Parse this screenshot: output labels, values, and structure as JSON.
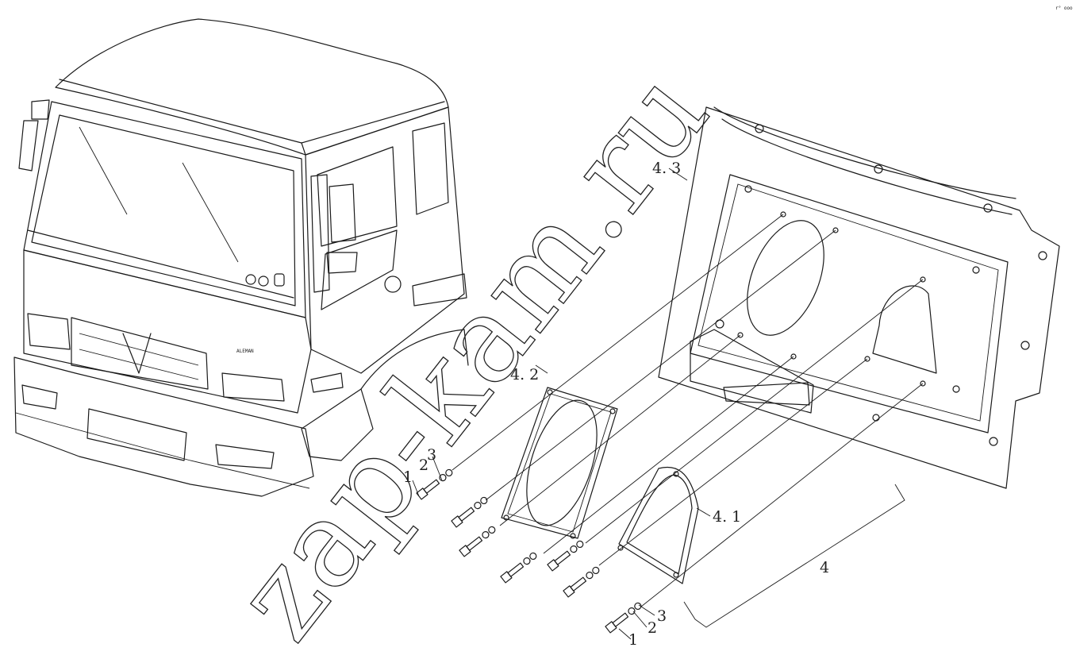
{
  "watermark": "zap-kam.ru",
  "corner_mark": "r° ooo",
  "cab_badge": "ALEMAN",
  "labels": {
    "part_1_left": "1",
    "part_2_left": "2",
    "part_3_left": "3",
    "part_1_right": "1",
    "part_2_right": "2",
    "part_3_right": "3",
    "part_4": "4",
    "part_4_1": "4. 1",
    "part_4_2": "4. 2",
    "part_4_3": "4. 3"
  }
}
